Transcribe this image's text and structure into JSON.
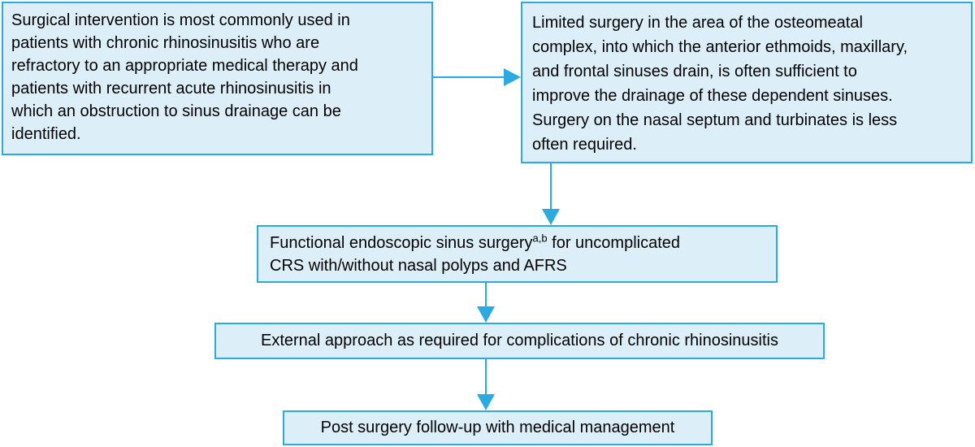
{
  "diagram": {
    "type": "flowchart",
    "topic": "Surgical management of rhinosinusitis",
    "colors": {
      "accent": "#29ABE2",
      "fill": "#DCEFF9",
      "text": "#000000",
      "bg": "#FFFFFF"
    },
    "boxes": [
      {
        "id": "surgical-intervention-indications",
        "text": "Surgical intervention is most commonly used in\npatients with chronic rhinosinusitis who are\nrefractory to an appropriate medical therapy and\npatients with recurrent acute rhinosinusitis in\nwhich an obstruction to sinus drainage can be\nidentified."
      },
      {
        "id": "limited-surgery-osteomeatal",
        "text": "Limited surgery in the area of the osteomeatal\ncomplex, into which the anterior ethmoids, maxillary,\nand frontal sinuses drain, is often sufficient to\nimprove the drainage of these dependent sinuses.\nSurgery on the nasal septum and turbinates is less\noften required."
      },
      {
        "id": "functional-endoscopic-sinus-surgery",
        "text_before_sup": "Functional endoscopic sinus surgery",
        "superscript": "a,b",
        "text_after_sup": " for uncomplicated\nCRS with/without nasal polyps and AFRS"
      },
      {
        "id": "external-approach",
        "text": "External approach as required for complications of chronic rhinosinusitis"
      },
      {
        "id": "post-surgery-follow-up",
        "text": "Post surgery follow-up with medical management"
      }
    ],
    "connections": [
      {
        "from": "surgical-intervention-indications",
        "to": "limited-surgery-osteomeatal",
        "direction": "right"
      },
      {
        "from": "limited-surgery-osteomeatal",
        "to": "functional-endoscopic-sinus-surgery",
        "direction": "down"
      },
      {
        "from": "functional-endoscopic-sinus-surgery",
        "to": "external-approach",
        "direction": "down"
      },
      {
        "from": "external-approach",
        "to": "post-surgery-follow-up",
        "direction": "down"
      }
    ]
  }
}
